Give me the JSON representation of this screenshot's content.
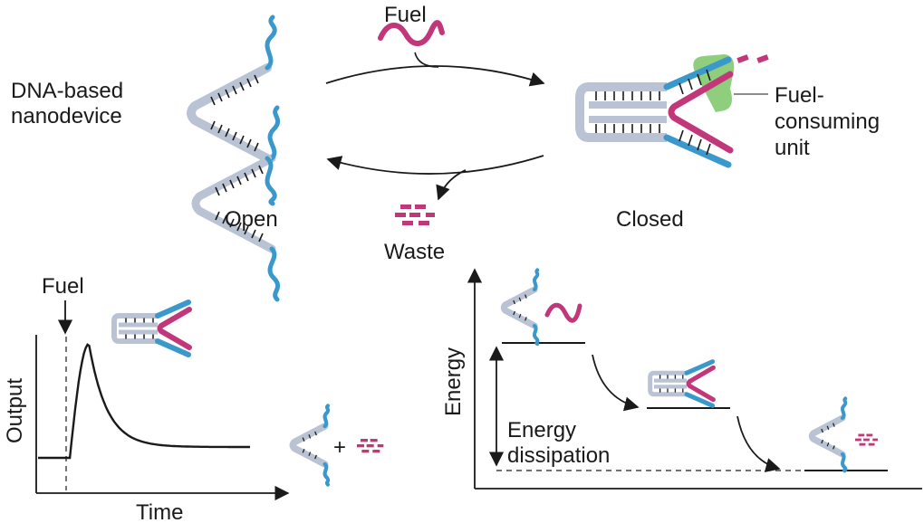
{
  "labels": {
    "fuel_top": "Fuel",
    "device_line1": "DNA-based",
    "device_line2": "nanodevice",
    "open": "Open",
    "closed": "Closed",
    "waste": "Waste",
    "fcu_line1": "Fuel-",
    "fcu_line2": "consuming",
    "fcu_line3": "unit",
    "fuel_chart": "Fuel",
    "plus": "+",
    "output_axis": "Output",
    "time_axis": "Time",
    "energy_axis": "Energy",
    "energy_diss_line1": "Energy",
    "energy_diss_line2": "dissipation"
  },
  "colors": {
    "scaffold": "#b9c3d4",
    "rungs": "#1a1a1a",
    "arm_blue": "#3a98cc",
    "fuel_magenta": "#c2377a",
    "fcu_green": "#8fce7c",
    "ink": "#1a1a1a"
  },
  "output_curve": {
    "description_points": [
      [
        0,
        0.05
      ],
      [
        0.12,
        0.05
      ],
      [
        0.18,
        1.0
      ],
      [
        0.5,
        0.03
      ],
      [
        1,
        0.03
      ]
    ]
  },
  "energy_levels": {
    "open_with_fuel": 1.0,
    "closed": 0.55,
    "open_with_waste": 0.0
  }
}
